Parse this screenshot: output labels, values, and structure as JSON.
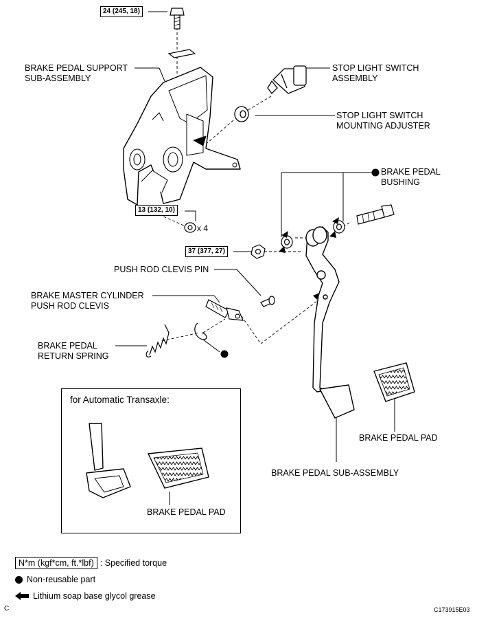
{
  "labels": {
    "support_line1": "BRAKE PEDAL SUPPORT",
    "support_line2": "SUB-ASSEMBLY",
    "switch_line1": "STOP LIGHT SWITCH",
    "switch_line2": "ASSEMBLY",
    "adjuster_line1": "STOP LIGHT SWITCH",
    "adjuster_line2": "MOUNTING ADJUSTER",
    "bushing_line1": "BRAKE PEDAL",
    "bushing_line2": "BUSHING",
    "push_rod_pin": "PUSH ROD CLEVIS PIN",
    "clevis_line1": "BRAKE MASTER CYLINDER",
    "clevis_line2": "PUSH ROD CLEVIS",
    "spring_line1": "BRAKE PEDAL",
    "spring_line2": "RETURN SPRING",
    "pad": "BRAKE PEDAL PAD",
    "pedal_assembly": "BRAKE PEDAL SUB-ASSEMBLY",
    "inset_pad": "BRAKE PEDAL PAD"
  },
  "torque_specs": {
    "bolt_top": "24 (245, 18)",
    "nut_support": "13 (132, 10)",
    "nut_pivot": "37 (377, 27)"
  },
  "quantity": "x 4",
  "inset": {
    "title": "for Automatic Transaxle:"
  },
  "legend": {
    "torque_unit": "N*m (kgf*cm, ft.*lbf)",
    "torque_desc": ": Specified torque",
    "non_reusable": "Non-reusable part",
    "grease": "Lithium soap base glycol grease"
  },
  "corner_left": "C",
  "figure_id": "C173915E03"
}
